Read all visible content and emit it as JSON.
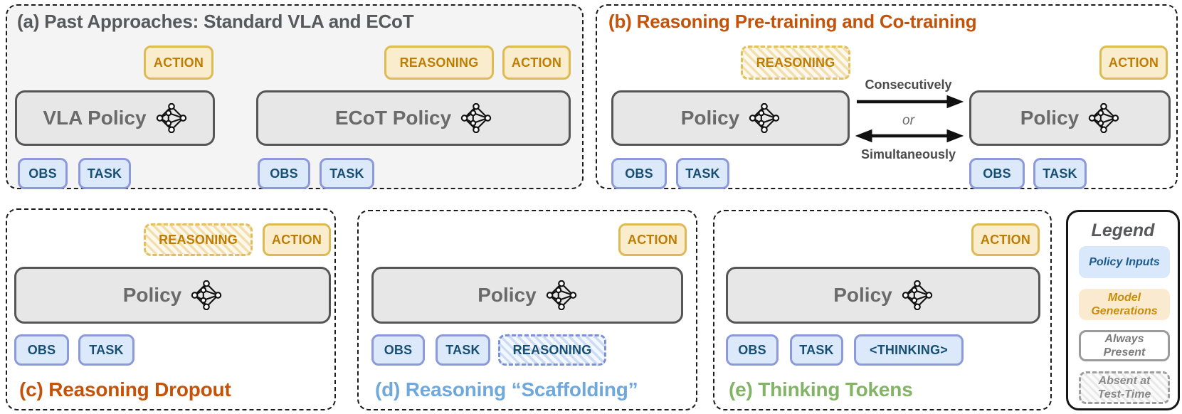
{
  "tokens": {
    "action": "ACTION",
    "reasoning": "REASONING",
    "obs": "OBS",
    "task": "TASK",
    "thinking": "<THINKING>"
  },
  "panels": {
    "a": {
      "title": "(a) Past Approaches: Standard VLA and ECoT",
      "vla_policy_label": "VLA Policy",
      "ecot_policy_label": "ECoT Policy"
    },
    "b": {
      "title": "(b) Reasoning Pre-training and Co-training",
      "policy_label": "Policy",
      "arrow_top_label": "Consecutively",
      "arrow_mid_label": "or",
      "arrow_bottom_label": "Simultaneously"
    },
    "c": {
      "title": "(c) Reasoning Dropout",
      "policy_label": "Policy"
    },
    "d": {
      "title": "(d) Reasoning “Scaffolding”",
      "policy_label": "Policy"
    },
    "e": {
      "title": "(e) Thinking Tokens",
      "policy_label": "Policy"
    }
  },
  "legend": {
    "title": "Legend",
    "items": [
      {
        "label": "Policy Inputs"
      },
      {
        "label": "Model Generations"
      },
      {
        "label": "Always Present"
      },
      {
        "label": "Absent at Test-Time"
      }
    ]
  },
  "colors": {
    "model_generation_fill": "#faedcd",
    "model_generation_border": "#ddba52",
    "model_generation_text": "#bd7d03",
    "policy_input_fill": "#dce9fb",
    "policy_input_border": "#8c99db",
    "policy_input_text": "#174f73",
    "policy_box_fill": "#e7e7e8",
    "policy_box_border": "#565656",
    "title_gray": "#57585a",
    "title_orange": "#c45309",
    "title_blue": "#6fa8dc",
    "title_green": "#82b366",
    "panel_a_background": "#f4f4f5"
  }
}
